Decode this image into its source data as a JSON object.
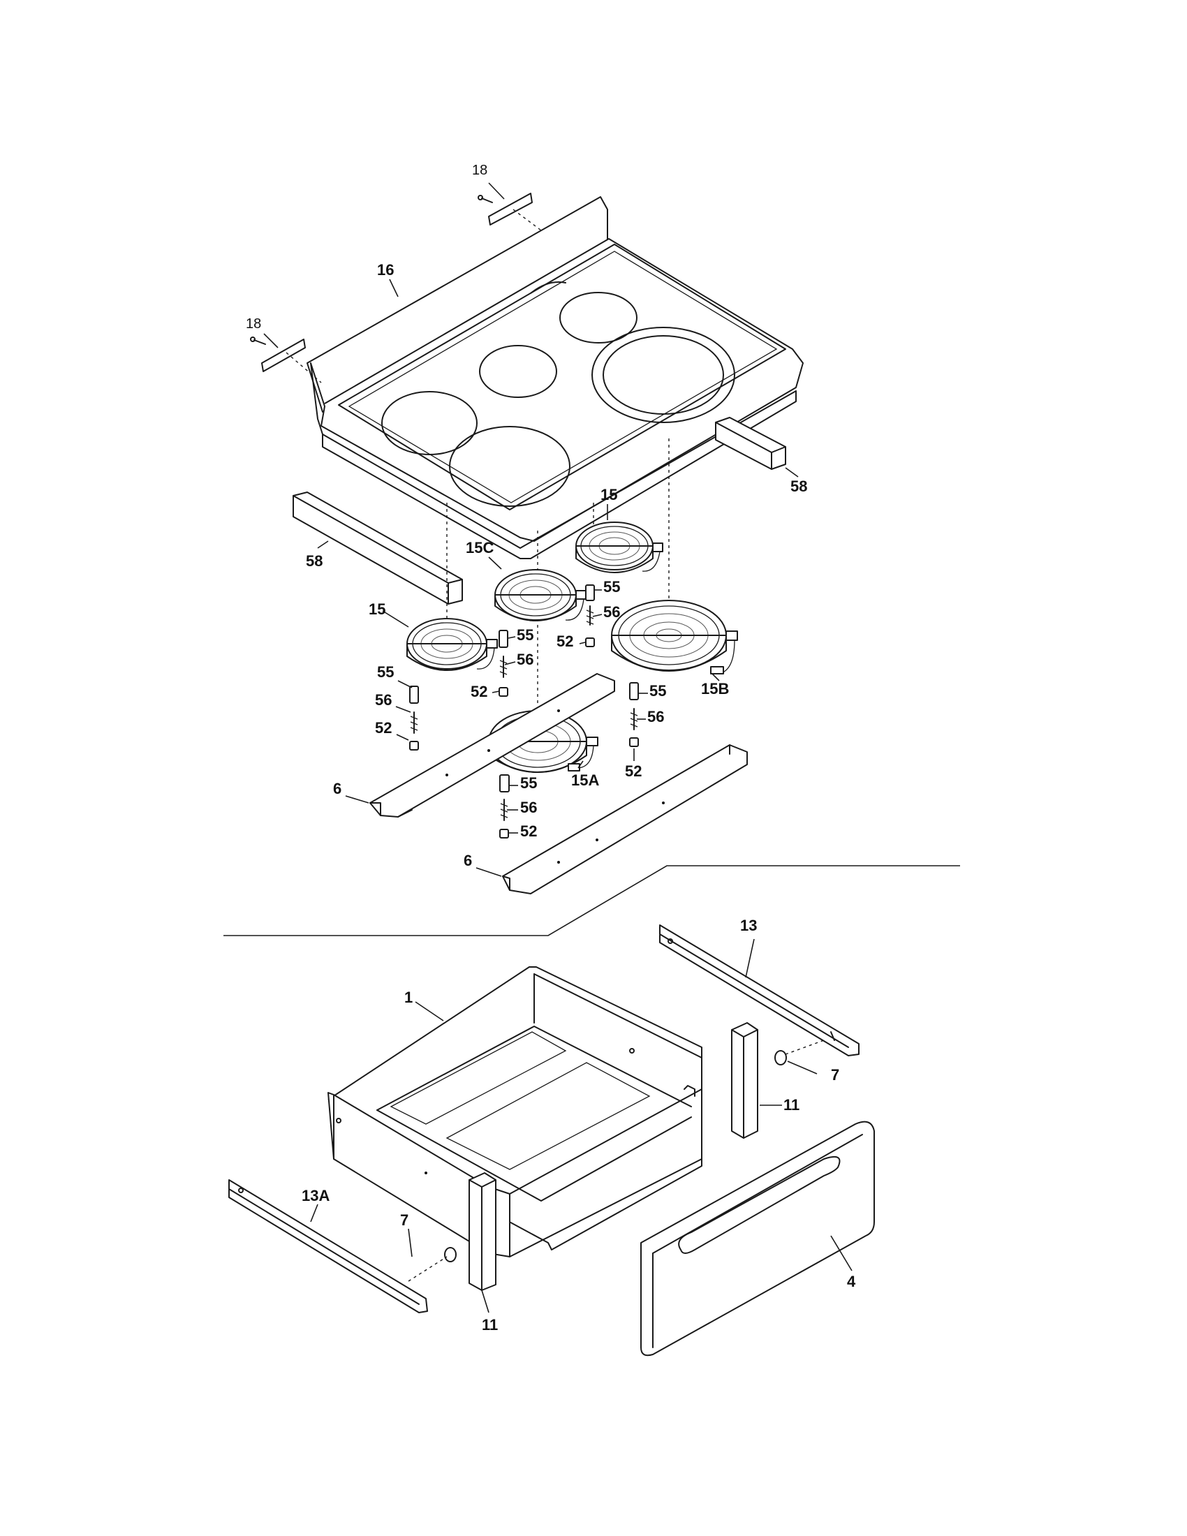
{
  "diagram": {
    "callouts": [
      {
        "id": "c18a",
        "text": "18"
      },
      {
        "id": "c18b",
        "text": "18"
      },
      {
        "id": "c16",
        "text": "16"
      },
      {
        "id": "c58a",
        "text": "58"
      },
      {
        "id": "c58b",
        "text": "58"
      },
      {
        "id": "c15a",
        "text": "15"
      },
      {
        "id": "c15b",
        "text": "15"
      },
      {
        "id": "c15C",
        "text": "15C"
      },
      {
        "id": "c15B",
        "text": "15B"
      },
      {
        "id": "c15A",
        "text": "15A"
      },
      {
        "id": "c55a",
        "text": "55"
      },
      {
        "id": "c55b",
        "text": "55"
      },
      {
        "id": "c55c",
        "text": "55"
      },
      {
        "id": "c55d",
        "text": "55"
      },
      {
        "id": "c55e",
        "text": "55"
      },
      {
        "id": "c56a",
        "text": "56"
      },
      {
        "id": "c56b",
        "text": "56"
      },
      {
        "id": "c56c",
        "text": "56"
      },
      {
        "id": "c56d",
        "text": "56"
      },
      {
        "id": "c56e",
        "text": "56"
      },
      {
        "id": "c52a",
        "text": "52"
      },
      {
        "id": "c52b",
        "text": "52"
      },
      {
        "id": "c52c",
        "text": "52"
      },
      {
        "id": "c52d",
        "text": "52"
      },
      {
        "id": "c52e",
        "text": "52"
      },
      {
        "id": "c6a",
        "text": "6"
      },
      {
        "id": "c6b",
        "text": "6"
      },
      {
        "id": "c13",
        "text": "13"
      },
      {
        "id": "c1",
        "text": "1"
      },
      {
        "id": "c7a",
        "text": "7"
      },
      {
        "id": "c7b",
        "text": "7"
      },
      {
        "id": "c11a",
        "text": "11"
      },
      {
        "id": "c11b",
        "text": "11"
      },
      {
        "id": "c13A",
        "text": "13A"
      },
      {
        "id": "c4",
        "text": "4"
      }
    ]
  }
}
